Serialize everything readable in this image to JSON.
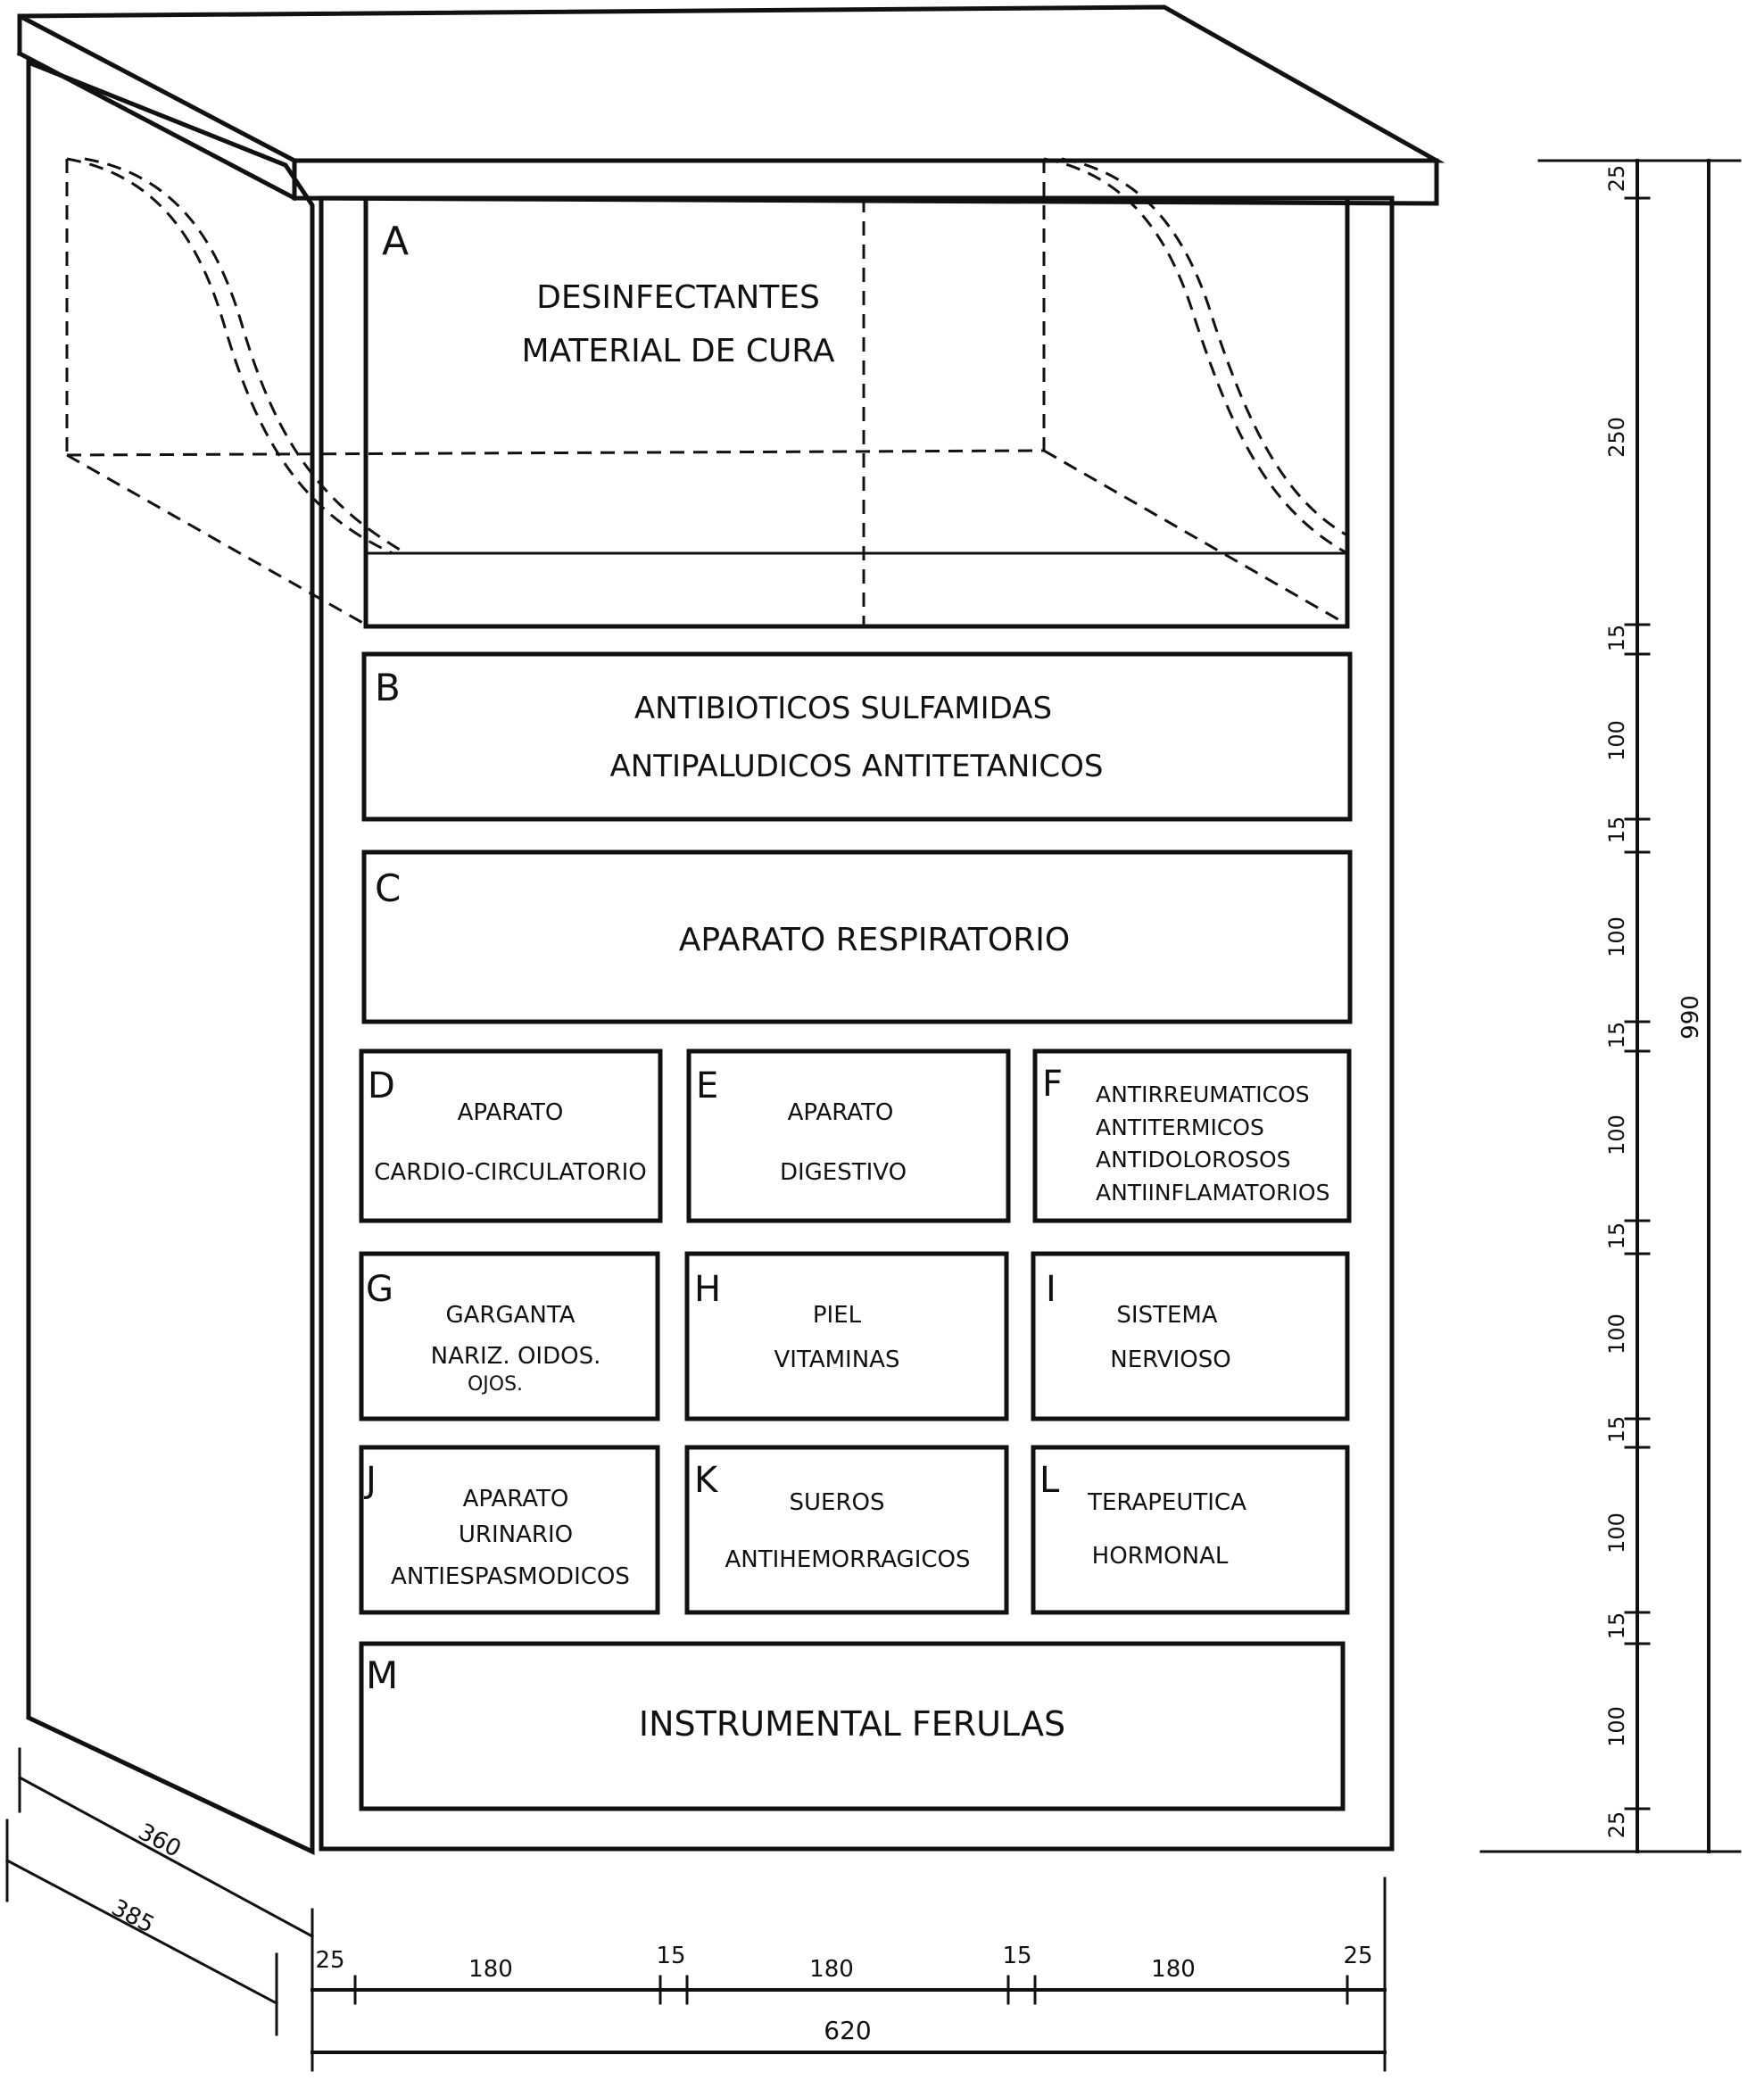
{
  "compartments": [
    {
      "letter": "A",
      "lines": [
        "DESINFECTANTES",
        "MATERIAL  DE  CURA"
      ]
    },
    {
      "letter": "B",
      "lines": [
        "ANTIBIOTICOS    SULFAMIDAS",
        "ANTIPALUDICOS    ANTITETANICOS"
      ]
    },
    {
      "letter": "C",
      "lines": [
        "APARATO   RESPIRATORIO"
      ]
    },
    {
      "letter": "D",
      "lines": [
        "APARATO",
        "CARDIO-CIRCULATORIO"
      ]
    },
    {
      "letter": "E",
      "lines": [
        "APARATO",
        "DIGESTIVO"
      ]
    },
    {
      "letter": "F",
      "lines": [
        "ANTIRREUMATICOS",
        "ANTITERMICOS",
        "ANTIDOLOROSOS",
        "ANTIINFLAMATORIOS"
      ]
    },
    {
      "letter": "G",
      "lines": [
        "GARGANTA",
        "NARIZ.    OIDOS.",
        "OJOS."
      ]
    },
    {
      "letter": "H",
      "lines": [
        "PIEL",
        "VITAMINAS"
      ]
    },
    {
      "letter": "I",
      "lines": [
        "SISTEMA",
        "NERVIOSO"
      ]
    },
    {
      "letter": "J",
      "lines": [
        "APARATO",
        "URINARIO",
        "ANTIESPASMODICOS"
      ]
    },
    {
      "letter": "K",
      "lines": [
        "SUEROS",
        "ANTIHEMORRAGICOS"
      ]
    },
    {
      "letter": "L",
      "lines": [
        "TERAPEUTICA",
        "HORMONAL"
      ]
    },
    {
      "letter": "M",
      "lines": [
        "INSTRUMENTAL    FERULAS"
      ]
    }
  ],
  "dimensions": {
    "vertical_segments": [
      "25",
      "250",
      "15",
      "100",
      "15",
      "100",
      "15",
      "100",
      "15",
      "100",
      "15",
      "100",
      "15",
      "100",
      "25"
    ],
    "vertical_total": "990",
    "horizontal_segments": [
      "25",
      "180",
      "15",
      "180",
      "15",
      "180",
      "25"
    ],
    "horizontal_total": "620",
    "depth_inner": "360",
    "depth_outer": "385"
  },
  "colors": {
    "ink": "#111111",
    "paper": "#ffffff"
  }
}
